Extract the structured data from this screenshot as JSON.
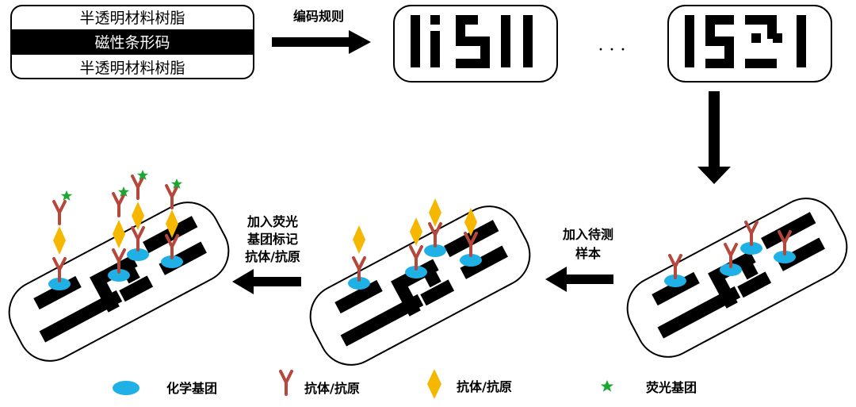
{
  "layers": [
    "半透明材料树脂",
    "磁性条形码",
    "半透明材料树脂"
  ],
  "encode_label": "编码规则",
  "ellipsis": "· · ·",
  "step2_label": [
    "加入待测",
    "样本"
  ],
  "step3_label": [
    "加入荧光",
    "基团标记",
    "抗体/抗原"
  ],
  "legend": [
    {
      "icon": "ellipse",
      "label": "化学基团",
      "color": "#1fb0e6"
    },
    {
      "icon": "antibody-y",
      "label": "抗体/抗原",
      "color": "#b5473b"
    },
    {
      "icon": "diamond",
      "label": "抗体/抗原",
      "color": "#f5b700"
    },
    {
      "icon": "star",
      "label": "荧光基团",
      "color": "#1aa832"
    }
  ]
}
